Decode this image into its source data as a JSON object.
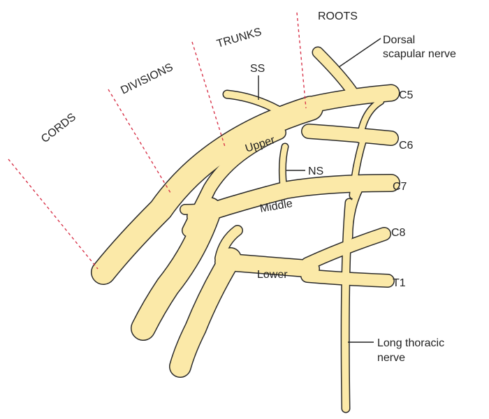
{
  "colors": {
    "nerve_fill": "#fbe9a8",
    "nerve_outline": "#2a2a2a",
    "divider": "#d8344a",
    "text": "#222222"
  },
  "regions": {
    "roots": "ROOTS",
    "trunks": "TRUNKS",
    "divisions": "DIVISIONS",
    "cords": "CORDS"
  },
  "roots": {
    "c5": "C5",
    "c6": "C6",
    "c7": "C7",
    "c8": "C8",
    "t1": "T1"
  },
  "trunks": {
    "upper": "Upper",
    "middle": "Middle",
    "lower": "Lower"
  },
  "nerves": {
    "dorsal_scapular_line1": "Dorsal",
    "dorsal_scapular_line2": "scapular nerve",
    "suprascapular": "SS",
    "nerve_to_subclavius": "NS",
    "long_thoracic_line1": "Long thoracic",
    "long_thoracic_line2": "nerve"
  }
}
